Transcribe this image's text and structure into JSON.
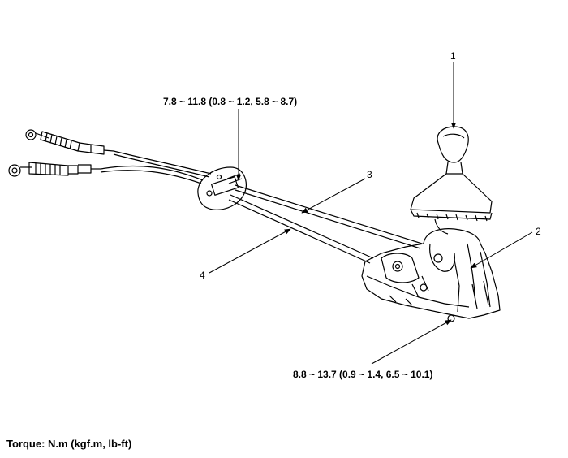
{
  "callouts": {
    "c1": "1",
    "c2": "2",
    "c3": "3",
    "c4": "4"
  },
  "torques": {
    "bracket": "7.8 ~ 11.8 (0.8 ~ 1.2, 5.8 ~ 8.7)",
    "lever_base": "8.8 ~ 13.7 (0.9 ~ 1.4, 6.5 ~ 10.1)"
  },
  "footer": {
    "units": "Torque: N.m (kgf.m, lb-ft)"
  }
}
